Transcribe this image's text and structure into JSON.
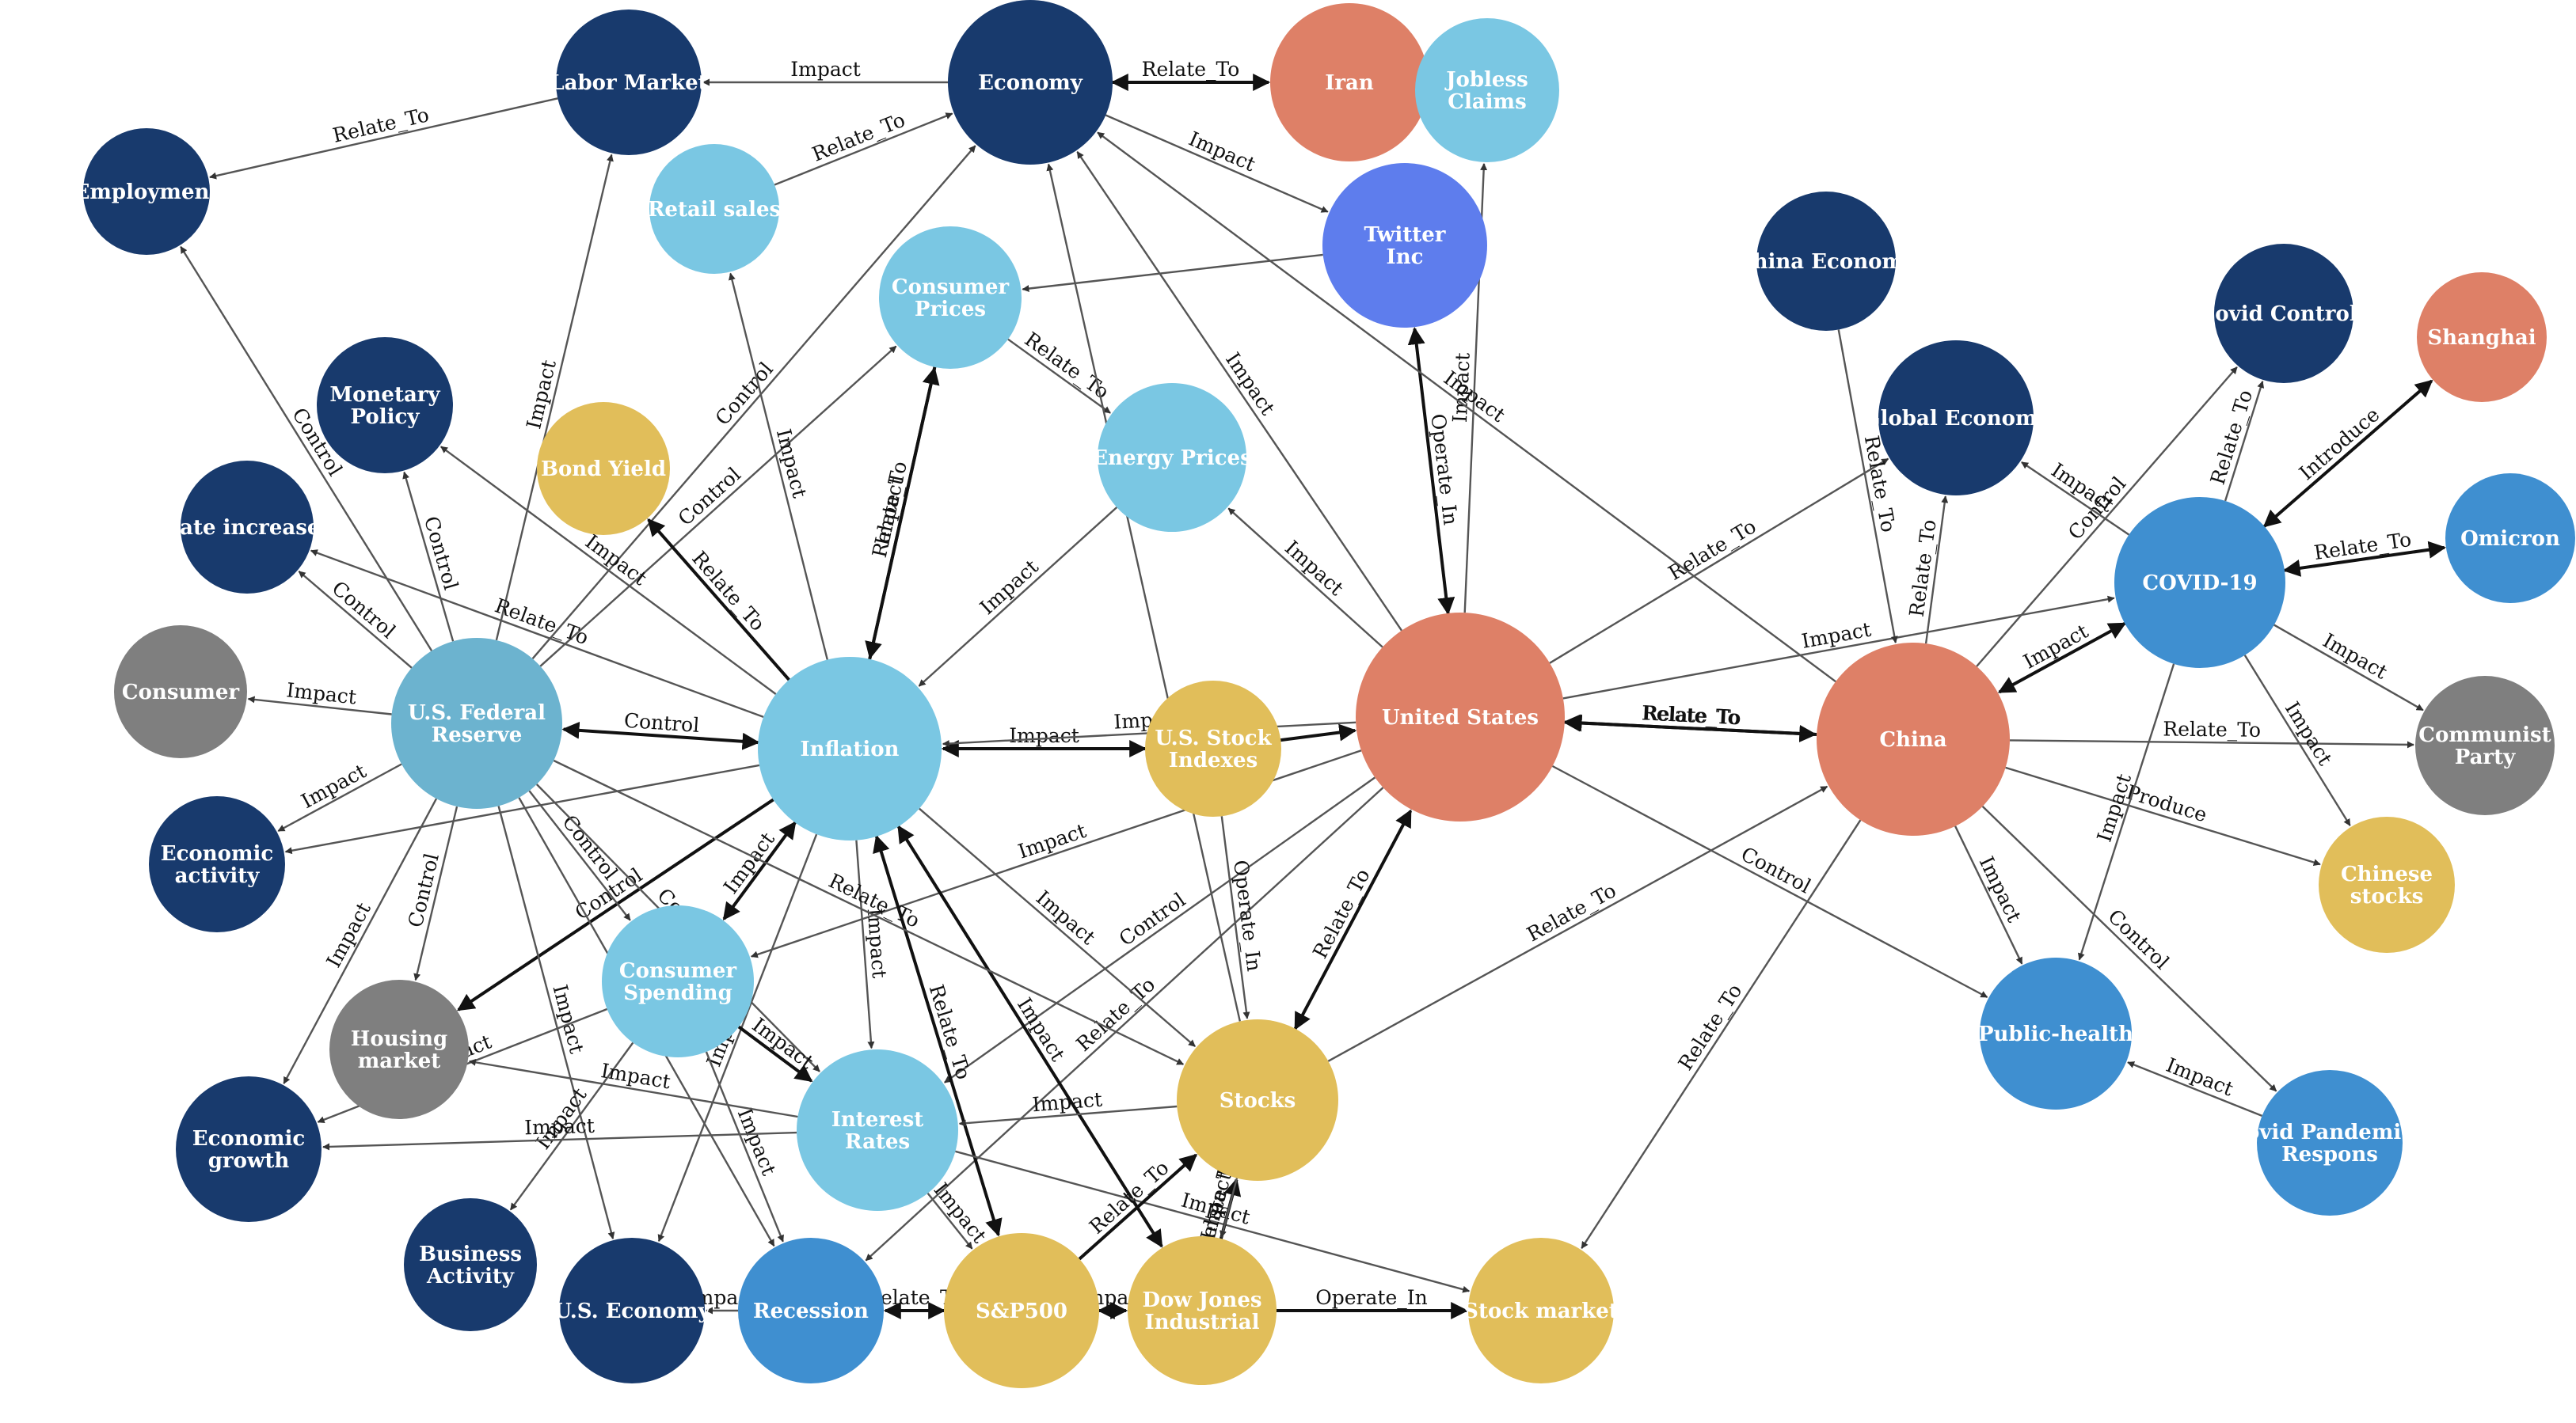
{
  "colors": {
    "navy": "#183a6d",
    "light_blue": "#7ac7e3",
    "salmon": "#de8067",
    "gold": "#e1be5a",
    "gray": "#7f7f7f",
    "mid_blue": "#3f8fd0",
    "periwinkle": "#5e7ded",
    "teal": "#6cb3cf"
  },
  "nodes": [
    {
      "id": "labor-market",
      "label": [
        "Labor Market"
      ],
      "color": "navy"
    },
    {
      "id": "economy",
      "label": [
        "Economy"
      ],
      "color": "navy"
    },
    {
      "id": "iran",
      "label": [
        "Iran"
      ],
      "color": "salmon"
    },
    {
      "id": "jobless-claims",
      "label": [
        "Jobless",
        "Claims"
      ],
      "color": "light_blue"
    },
    {
      "id": "employment",
      "label": [
        "Employment"
      ],
      "color": "navy"
    },
    {
      "id": "retail-sales",
      "label": [
        "Retail sales"
      ],
      "color": "light_blue"
    },
    {
      "id": "twitter-inc",
      "label": [
        "Twitter",
        "Inc"
      ],
      "color": "periwinkle"
    },
    {
      "id": "china-economy",
      "label": [
        "China Economy"
      ],
      "color": "navy"
    },
    {
      "id": "consumer-prices",
      "label": [
        "Consumer",
        "Prices"
      ],
      "color": "light_blue"
    },
    {
      "id": "covid-controls",
      "label": [
        "Covid Controls"
      ],
      "color": "navy"
    },
    {
      "id": "shanghai",
      "label": [
        "Shanghai"
      ],
      "color": "salmon"
    },
    {
      "id": "monetary-policy",
      "label": [
        "Monetary",
        "Policy"
      ],
      "color": "navy"
    },
    {
      "id": "bond-yield",
      "label": [
        "Bond Yield"
      ],
      "color": "gold"
    },
    {
      "id": "energy-prices",
      "label": [
        "Energy Prices"
      ],
      "color": "light_blue"
    },
    {
      "id": "global-economy",
      "label": [
        "Global Economy"
      ],
      "color": "navy"
    },
    {
      "id": "rate-increases",
      "label": [
        "Rate increases"
      ],
      "color": "navy"
    },
    {
      "id": "omicron",
      "label": [
        "Omicron"
      ],
      "color": "mid_blue"
    },
    {
      "id": "covid-19",
      "label": [
        "COVID-19"
      ],
      "color": "mid_blue"
    },
    {
      "id": "consumer",
      "label": [
        "Consumer"
      ],
      "color": "gray"
    },
    {
      "id": "us-federal-reserve",
      "label": [
        "U.S. Federal",
        "Reserve"
      ],
      "color": "teal"
    },
    {
      "id": "inflation",
      "label": [
        "Inflation"
      ],
      "color": "light_blue"
    },
    {
      "id": "us-stock-indexes",
      "label": [
        "U.S. Stock",
        "Indexes"
      ],
      "color": "gold"
    },
    {
      "id": "united-states",
      "label": [
        "United States"
      ],
      "color": "salmon"
    },
    {
      "id": "china",
      "label": [
        "China"
      ],
      "color": "salmon"
    },
    {
      "id": "communist-party",
      "label": [
        "Communist",
        "Party"
      ],
      "color": "gray"
    },
    {
      "id": "economic-activity",
      "label": [
        "Economic",
        "activity"
      ],
      "color": "navy"
    },
    {
      "id": "chinese-stocks",
      "label": [
        "Chinese",
        "stocks"
      ],
      "color": "gold"
    },
    {
      "id": "consumer-spending",
      "label": [
        "Consumer",
        "Spending"
      ],
      "color": "light_blue"
    },
    {
      "id": "housing-market",
      "label": [
        "Housing",
        "market"
      ],
      "color": "gray"
    },
    {
      "id": "public-health",
      "label": [
        "Public-health"
      ],
      "color": "mid_blue"
    },
    {
      "id": "economic-growth",
      "label": [
        "Economic",
        "growth"
      ],
      "color": "navy"
    },
    {
      "id": "interest-rates",
      "label": [
        "Interest",
        "Rates"
      ],
      "color": "light_blue"
    },
    {
      "id": "stocks",
      "label": [
        "Stocks"
      ],
      "color": "gold"
    },
    {
      "id": "covid-pandemic-response",
      "label": [
        "ovid Pandemic",
        "Respons"
      ],
      "color": "mid_blue"
    },
    {
      "id": "business-activity",
      "label": [
        "Business",
        "Activity"
      ],
      "color": "navy"
    },
    {
      "id": "us-economy",
      "label": [
        "U.S. Economy"
      ],
      "color": "navy"
    },
    {
      "id": "recession",
      "label": [
        "Recession"
      ],
      "color": "mid_blue"
    },
    {
      "id": "sp500",
      "label": [
        "S&P500"
      ],
      "color": "gold"
    },
    {
      "id": "dow-jones-industrial",
      "label": [
        "Dow Jones",
        "Industrial"
      ],
      "color": "gold"
    },
    {
      "id": "stock-market",
      "label": [
        "Stock market"
      ],
      "color": "gold"
    }
  ],
  "edges": [
    {
      "from": "economy",
      "to": "labor-market",
      "label": "Impact"
    },
    {
      "from": "labor-market",
      "to": "employment",
      "label": "Relate_To"
    },
    {
      "from": "economy",
      "to": "iran",
      "label": "Relate_To",
      "bold": true,
      "both": true
    },
    {
      "from": "retail-sales",
      "to": "economy",
      "label": "Relate_To"
    },
    {
      "from": "economy",
      "to": "twitter-inc",
      "label": "Impact"
    },
    {
      "from": "twitter-inc",
      "to": "consumer-prices",
      "label": ""
    },
    {
      "from": "consumer-prices",
      "to": "energy-prices",
      "label": "Relate_To"
    },
    {
      "from": "us-federal-reserve",
      "to": "employment",
      "label": "Control"
    },
    {
      "from": "us-federal-reserve",
      "to": "monetary-policy",
      "label": "Control"
    },
    {
      "from": "us-federal-reserve",
      "to": "rate-increases",
      "label": "Control"
    },
    {
      "from": "us-federal-reserve",
      "to": "consumer",
      "label": "Impact"
    },
    {
      "from": "us-federal-reserve",
      "to": "economic-activity",
      "label": "Impact"
    },
    {
      "from": "us-federal-reserve",
      "to": "economy",
      "label": "Control"
    },
    {
      "from": "us-federal-reserve",
      "to": "labor-market",
      "label": "Impact"
    },
    {
      "from": "us-federal-reserve",
      "to": "consumer-prices",
      "label": "Control"
    },
    {
      "from": "inflation",
      "to": "us-federal-reserve",
      "label": "Control",
      "bold": true,
      "both": true
    },
    {
      "from": "inflation",
      "to": "retail-sales",
      "label": "Impact"
    },
    {
      "from": "inflation",
      "to": "consumer-prices",
      "label": "Impact",
      "bold": true
    },
    {
      "from": "consumer-prices",
      "to": "inflation",
      "label": "Relate_To",
      "bold": true
    },
    {
      "from": "inflation",
      "to": "rate-increases",
      "label": "Relate_To"
    },
    {
      "from": "inflation",
      "to": "monetary-policy",
      "label": "Impact"
    },
    {
      "from": "inflation",
      "to": "bond-yield",
      "label": "Relate_To",
      "bold": true
    },
    {
      "from": "energy-prices",
      "to": "inflation",
      "label": "Impact"
    },
    {
      "from": "us-stock-indexes",
      "to": "inflation",
      "label": "Impact",
      "bold": true,
      "both": true
    },
    {
      "from": "us-stock-indexes",
      "to": "united-states",
      "label": "",
      "bold": true
    },
    {
      "from": "united-states",
      "to": "inflation",
      "label": "Impact"
    },
    {
      "from": "united-states",
      "to": "energy-prices",
      "label": "Impact"
    },
    {
      "from": "united-states",
      "to": "economy",
      "label": "Impact"
    },
    {
      "from": "united-states",
      "to": "twitter-inc",
      "label": "Operate_In",
      "bold": true,
      "both": true
    },
    {
      "from": "united-states",
      "to": "jobless-claims",
      "label": "Impact"
    },
    {
      "from": "united-states",
      "to": "china",
      "label": "Relate_To",
      "bold": true,
      "both": true
    },
    {
      "from": "china",
      "to": "united-states",
      "label": "Relate_To",
      "bold": true
    },
    {
      "from": "united-states",
      "to": "global-economy",
      "label": "Relate_To"
    },
    {
      "from": "united-states",
      "to": "covid-19",
      "label": "Impact"
    },
    {
      "from": "united-states",
      "to": "public-health",
      "label": "Control"
    },
    {
      "from": "united-states",
      "to": "consumer-spending",
      "label": "Impact"
    },
    {
      "from": "united-states",
      "to": "recession",
      "label": "Relate_To"
    },
    {
      "from": "united-states",
      "to": "interest-rates",
      "label": "Control"
    },
    {
      "from": "stocks",
      "to": "united-states",
      "label": "Relate_To",
      "bold": true,
      "both": true
    },
    {
      "from": "stocks",
      "to": "china",
      "label": "Relate_To"
    },
    {
      "from": "china",
      "to": "economy",
      "label": "Impact"
    },
    {
      "from": "china-economy",
      "to": "china",
      "label": "Relate_To"
    },
    {
      "from": "china",
      "to": "global-economy",
      "label": "Relate_To"
    },
    {
      "from": "china",
      "to": "stock-market",
      "label": "Relate_To"
    },
    {
      "from": "china",
      "to": "public-health",
      "label": "Impact"
    },
    {
      "from": "china",
      "to": "covid-pandemic-response",
      "label": "Control"
    },
    {
      "from": "china",
      "to": "chinese-stocks",
      "label": "Produce"
    },
    {
      "from": "china",
      "to": "communist-party",
      "label": "Relate_To"
    },
    {
      "from": "china",
      "to": "covid-controls",
      "label": "Control"
    },
    {
      "from": "covid-19",
      "to": "china",
      "label": "Impact",
      "bold": true,
      "both": true
    },
    {
      "from": "covid-19",
      "to": "shanghai",
      "label": "Introduce",
      "bold": true,
      "both": true
    },
    {
      "from": "covid-19",
      "to": "covid-controls",
      "label": "Relate_To"
    },
    {
      "from": "covid-19",
      "to": "omicron",
      "label": "Relate_To",
      "bold": true,
      "both": true
    },
    {
      "from": "covid-19",
      "to": "communist-party",
      "label": "Impact"
    },
    {
      "from": "covid-19",
      "to": "chinese-stocks",
      "label": "Impact"
    },
    {
      "from": "covid-19",
      "to": "public-health",
      "label": "Impact"
    },
    {
      "from": "covid-19",
      "to": "global-economy",
      "label": "Impact"
    },
    {
      "from": "covid-pandemic-response",
      "to": "public-health",
      "label": "Impact"
    },
    {
      "from": "inflation",
      "to": "consumer-spending",
      "label": "Impact",
      "bold": true,
      "both": true
    },
    {
      "from": "inflation",
      "to": "interest-rates",
      "label": "Impact"
    },
    {
      "from": "inflation",
      "to": "stocks",
      "label": "Impact"
    },
    {
      "from": "inflation",
      "to": "sp500",
      "label": "Relate_To",
      "bold": true,
      "both": true
    },
    {
      "from": "inflation",
      "to": "dow-jones-industrial",
      "label": "Impact",
      "bold": true,
      "both": true
    },
    {
      "from": "inflation",
      "to": "housing-market",
      "label": "Control",
      "bold": true
    },
    {
      "from": "inflation",
      "to": "us-economy",
      "label": "Impact"
    },
    {
      "from": "inflation",
      "to": "economic-activity",
      "label": ""
    },
    {
      "from": "us-federal-reserve",
      "to": "housing-market",
      "label": "Control"
    },
    {
      "from": "us-federal-reserve",
      "to": "economic-growth",
      "label": "Impact"
    },
    {
      "from": "us-federal-reserve",
      "to": "consumer-spending",
      "label": "Control"
    },
    {
      "from": "us-federal-reserve",
      "to": "interest-rates",
      "label": "Control"
    },
    {
      "from": "us-federal-reserve",
      "to": "stocks",
      "label": "Relate_To"
    },
    {
      "from": "us-federal-reserve",
      "to": "recession",
      "label": "Impact"
    },
    {
      "from": "us-federal-reserve",
      "to": "us-economy",
      "label": "Impact"
    },
    {
      "from": "consumer-spending",
      "to": "economic-growth",
      "label": "Impact"
    },
    {
      "from": "consumer-spending",
      "to": "business-activity",
      "label": "Impact"
    },
    {
      "from": "consumer-spending",
      "to": "interest-rates",
      "label": "Impact",
      "bold": true
    },
    {
      "from": "consumer-spending",
      "to": "recession",
      "label": "Impact"
    },
    {
      "from": "interest-rates",
      "to": "housing-market",
      "label": "Impact"
    },
    {
      "from": "interest-rates",
      "to": "economic-growth",
      "label": "Impact"
    },
    {
      "from": "interest-rates",
      "to": "stock-market",
      "label": "Impact"
    },
    {
      "from": "interest-rates",
      "to": "sp500",
      "label": "Impact"
    },
    {
      "from": "stocks",
      "to": "interest-rates",
      "label": "Impact"
    },
    {
      "from": "sp500",
      "to": "stocks",
      "label": "Relate_To",
      "bold": true
    },
    {
      "from": "dow-jones-industrial",
      "to": "stocks",
      "label": "Impact",
      "bold": true
    },
    {
      "from": "stocks",
      "to": "dow-jones-industrial",
      "label": "Relate_To"
    },
    {
      "from": "sp500",
      "to": "recession",
      "label": "Relate_To",
      "bold": true,
      "both": true
    },
    {
      "from": "sp500",
      "to": "dow-jones-industrial",
      "label": "Impact",
      "bold": true,
      "both": true
    },
    {
      "from": "dow-jones-industrial",
      "to": "stock-market",
      "label": "Operate_In",
      "bold": true
    },
    {
      "from": "recession",
      "to": "us-economy",
      "label": "Impact"
    },
    {
      "from": "us-stock-indexes",
      "to": "stocks",
      "label": "Operate_In"
    },
    {
      "from": "stocks",
      "to": "economy",
      "label": ""
    }
  ]
}
